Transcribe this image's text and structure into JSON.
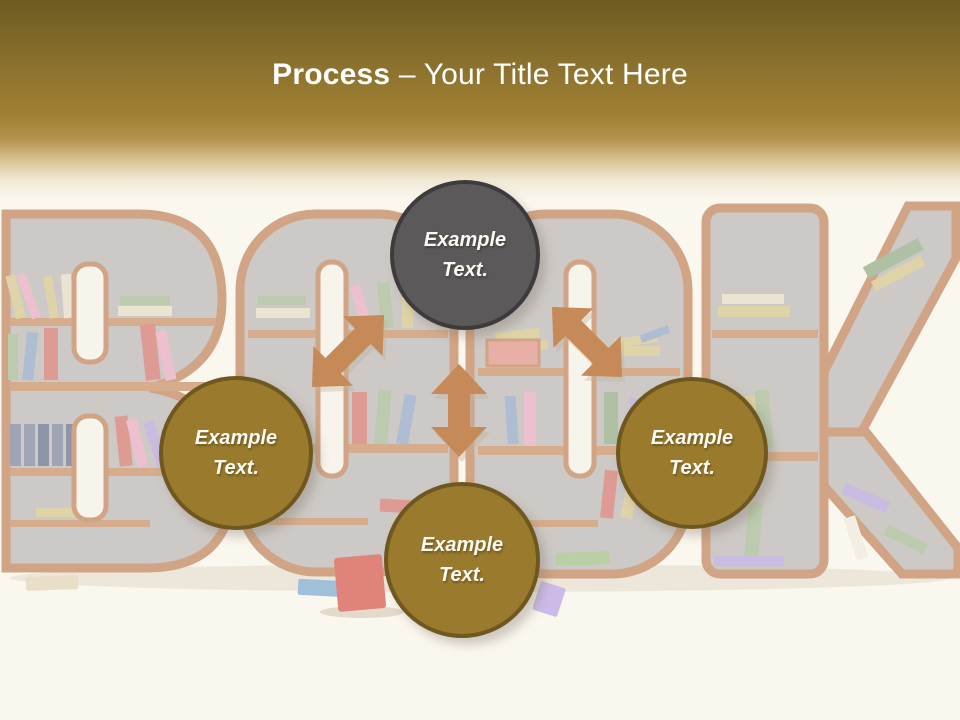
{
  "header": {
    "title_bold": "Process",
    "title_rest": "– Your Title Text Here"
  },
  "background": {
    "description": "faded 3D bookshelf sculpture shaped as the word BOOK with colored books on shelves",
    "word": "BOOK"
  },
  "nodes": [
    {
      "id": "top",
      "lines": [
        "Example",
        "Text."
      ],
      "fill": "#5B5959",
      "border": "#3D3B3B"
    },
    {
      "id": "left",
      "lines": [
        "Example",
        "Text."
      ],
      "fill": "#9A7B2D",
      "border": "#6F581F"
    },
    {
      "id": "bottom",
      "lines": [
        "Example",
        "Text."
      ],
      "fill": "#9A7B2D",
      "border": "#6F581F"
    },
    {
      "id": "right",
      "lines": [
        "Example",
        "Text."
      ],
      "fill": "#9A7B2D",
      "border": "#6F581F"
    }
  ],
  "arrows": {
    "color": "#C58A57",
    "items": [
      {
        "name": "diagonal-double-arrow-left"
      },
      {
        "name": "vertical-double-arrow"
      },
      {
        "name": "diagonal-double-arrow-right"
      }
    ]
  },
  "colors": {
    "banner_dark": "#6F5B20",
    "banner_gold": "#A08033",
    "canvas": "#FAF7EF",
    "title_text": "#FFFFFF"
  }
}
